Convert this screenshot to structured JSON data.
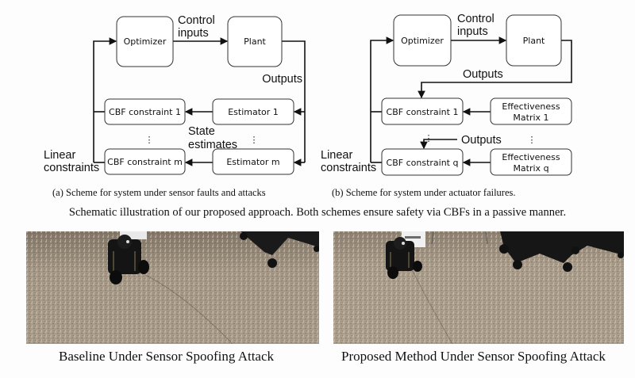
{
  "figure": {
    "scheme_a": {
      "boxes": {
        "optimizer": "Optimizer",
        "plant": "Plant",
        "cbf_1": "CBF constraint 1",
        "cbf_m": "CBF constraint m",
        "estimator_1": "Estimator 1",
        "estimator_m": "Estimator m"
      },
      "labels": {
        "control_inputs_line1": "Control",
        "control_inputs_line2": "inputs",
        "outputs": "Outputs",
        "state_estimates_line1": "State",
        "state_estimates_line2": "estimates",
        "linear_constraints_line1": "Linear",
        "linear_constraints_line2": "constraints",
        "ellipsis": "⋮"
      },
      "caption": "(a) Scheme for system under sensor faults and attacks"
    },
    "scheme_b": {
      "boxes": {
        "optimizer": "Optimizer",
        "plant": "Plant",
        "cbf_1": "CBF constraint 1",
        "cbf_q": "CBF constraint q",
        "effectiveness_1_line1": "Effectiveness",
        "effectiveness_1_line2": "Matrix 1",
        "effectiveness_q_line1": "Effectiveness",
        "effectiveness_q_line2": "Matrix q"
      },
      "labels": {
        "control_inputs_line1": "Control",
        "control_inputs_line2": "inputs",
        "outputs_top": "Outputs",
        "outputs_mid": "Outputs",
        "linear_constraints_line1": "Linear",
        "linear_constraints_line2": "constraints",
        "ellipsis": "⋮"
      },
      "caption": "(b) Scheme for system under actuator failures."
    },
    "main_caption": "Schematic illustration of our proposed approach. Both schemes ensure safety via CBFs in a passive manner."
  },
  "photos": [
    {
      "caption": "Baseline Under Sensor Spoofing Attack",
      "description": "Mobile robot on speckled floor near office chair"
    },
    {
      "caption": "Proposed Method Under Sensor Spoofing Attack",
      "description": "Mobile robot on speckled floor near office chair"
    }
  ],
  "colors": {
    "line": "#111111",
    "box_border": "#333333",
    "floor": "#a89a88"
  }
}
